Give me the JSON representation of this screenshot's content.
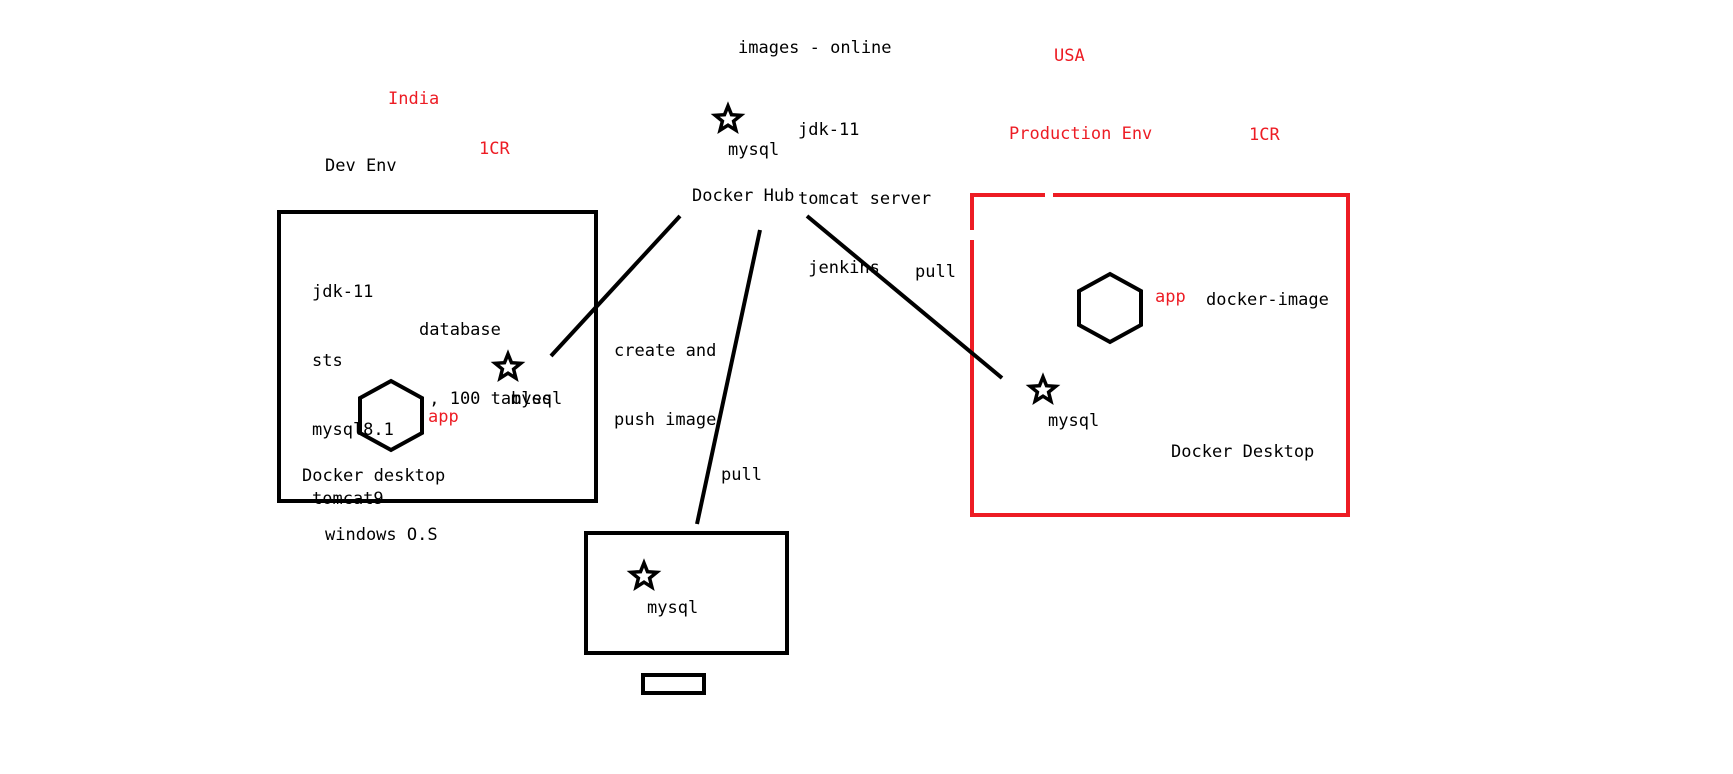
{
  "colors": {
    "ink": "#000000",
    "accent": "#ed1c24",
    "background": "#ffffff"
  },
  "hub": {
    "title": "images - online",
    "images": [
      "jdk-11",
      "tomcat server",
      " jenkins"
    ],
    "star_icon": "star-icon",
    "star_label": "mysql",
    "name": "Docker Hub"
  },
  "dev": {
    "region": "India",
    "cost": "1CR",
    "env": "Dev Env",
    "tools": [
      "jdk-11",
      "sts",
      "mysql8.1",
      "tomcat9"
    ],
    "database": [
      "database",
      " , 100 tables"
    ],
    "star_label": "mysql",
    "app_label": "app",
    "desktop": "Docker desktop",
    "os": "windows O.S"
  },
  "edges": {
    "push": [
      "create and",
      "push image"
    ],
    "pull_down": "pull",
    "pull_right": "pull"
  },
  "client": {
    "star_label": "mysql"
  },
  "prod": {
    "region": "USA",
    "env": "Production Env",
    "cost": "1CR",
    "app_label": "app",
    "image_label": "docker-image",
    "star_label": "mysql",
    "desktop": "Docker Desktop"
  }
}
